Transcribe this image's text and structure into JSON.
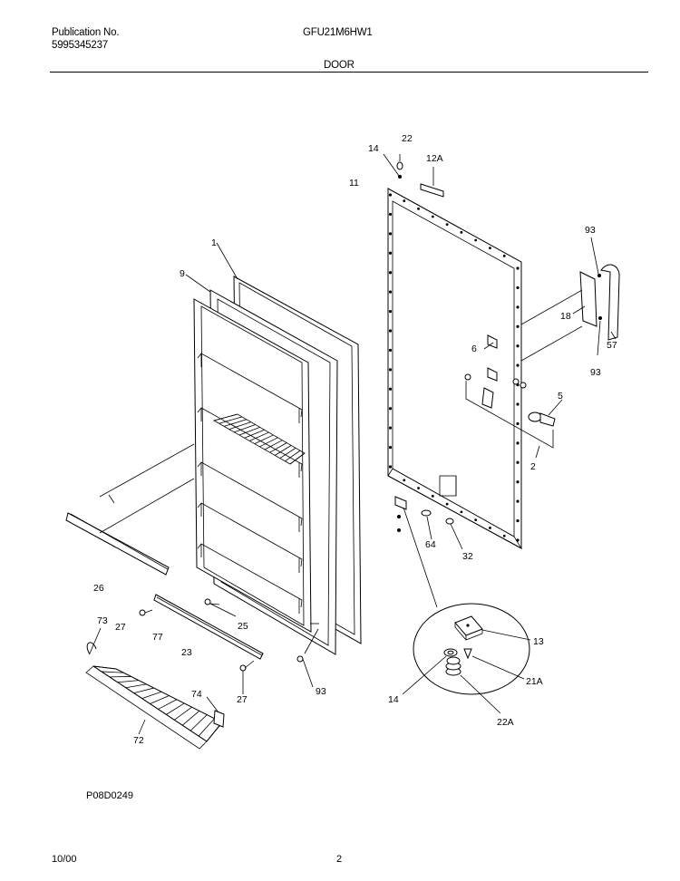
{
  "header": {
    "publication_label": "Publication No.",
    "publication_number": "5995345237",
    "model": "GFU21M6HW1",
    "section": "DOOR"
  },
  "footer": {
    "drawing_code": "P08D0249",
    "date": "10/00",
    "page": "2"
  },
  "parts": {
    "p14_top": "14",
    "p22": "22",
    "p12A": "12A",
    "p11": "11",
    "p93_top": "93",
    "p1": "1",
    "p9": "9",
    "p18": "18",
    "p57": "57",
    "p93_mid": "93",
    "p6": "6",
    "p5": "5",
    "p2": "2",
    "p64": "64",
    "p32": "32",
    "p26": "26",
    "p73": "73",
    "p27_a": "27",
    "p77": "77",
    "p25": "25",
    "p23": "23",
    "p27_b": "27",
    "p93_low": "93",
    "p74": "74",
    "p72": "72",
    "p13": "13",
    "p21A": "21A",
    "p14_inset": "14",
    "p22A": "22A"
  }
}
